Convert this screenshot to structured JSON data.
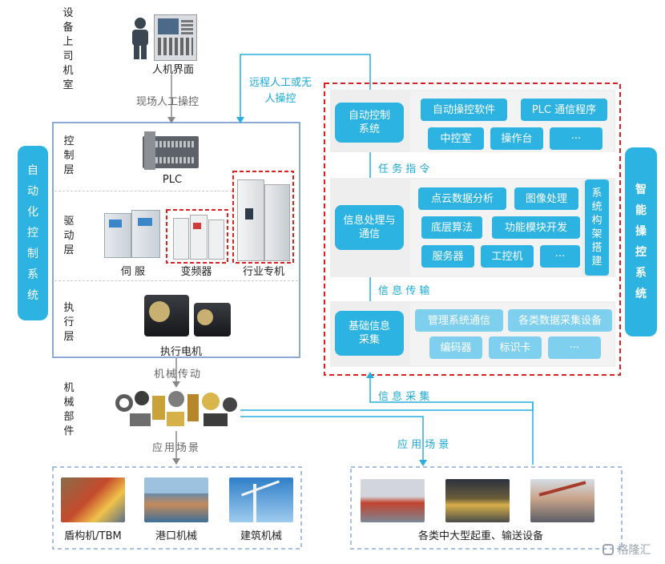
{
  "left": {
    "upper_room": "设备上司机室",
    "hmi_label": "人机界面",
    "manual_flow": "现场人工操控",
    "control_layer": "控制层",
    "plc_label": "PLC",
    "drive_layer": "驱动层",
    "servo_label": "伺 服",
    "vfd_label": "变频器",
    "special_label": "行业专机",
    "exec_layer": "执行层",
    "motor_label": "执行电机",
    "mech_flow": "机械传动",
    "mech_parts": "机械部件",
    "app_flow": "应用场景",
    "automation_system": "自动化控制系统"
  },
  "scenarios_left": [
    "盾构机/TBM",
    "港口机械",
    "建筑机械"
  ],
  "scenarios_right": "各类中大型起重、输送设备",
  "right": {
    "remote_flow": "远程人工或无人操控",
    "title_system": "智能操控系统",
    "auto_control": "自动控制系统",
    "auto_items": [
      "自动操控软件",
      "PLC 通信程序",
      "中控室",
      "操作台",
      "···"
    ],
    "task_flow": "任 务 指 令",
    "info_process": "信息处理与通信",
    "process_items": [
      "点云数据分析",
      "图像处理",
      "底层算法",
      "功能模块开发",
      "服务器",
      "工控机",
      "···"
    ],
    "arch_build": "系统构架搭建",
    "info_flow": "信 息 传 输",
    "basic_collect": "基础信息采集",
    "collect_items": [
      "管理系统通信",
      "各类数据采集设备",
      "编码器",
      "标识卡",
      "···"
    ],
    "collect_flow": "信 息 采 集",
    "app_flow_right": "应 用 场 景"
  },
  "watermark": "格隆汇",
  "colors": {
    "accent": "#2cb3e2",
    "frame_blue": "#8aa8d8",
    "red_dash": "#e02020"
  }
}
